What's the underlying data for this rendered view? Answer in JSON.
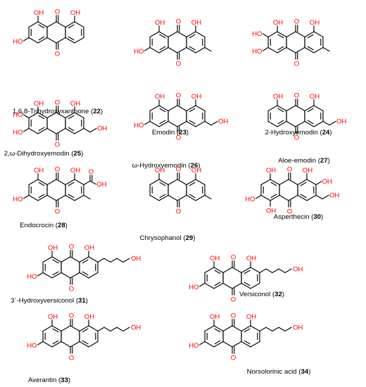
{
  "compounds": [
    {
      "name": "1,6,8-Trihydroxyxanthone",
      "num": "22",
      "sub": {
        "p1": "OH",
        "p8": "OH",
        "p6": "OH"
      }
    },
    {
      "name": "Emodin",
      "num": "23",
      "sub": {
        "p1": "OH",
        "p8": "OH",
        "p6": "OH",
        "p3": "CH3"
      }
    },
    {
      "name": "2-Hydroxyemodin",
      "num": "24",
      "sub": {
        "p1": "OH",
        "p8": "OH",
        "p6": "OH",
        "p7": "OH",
        "p3": "CH3"
      }
    },
    {
      "name": "2,ω-Dihydroxyemodin",
      "num": "25",
      "sub": {
        "p1": "OH",
        "p8": "OH",
        "p6": "OH",
        "p7": "OH",
        "p3": "CH2OH"
      }
    },
    {
      "name": "ω-Hydroxyemodin",
      "num": "26",
      "sub": {
        "p1": "OH",
        "p8": "OH",
        "p6": "OH",
        "p3": "CH2OH"
      }
    },
    {
      "name": "Aloe-emodin",
      "num": "27",
      "sub": {
        "p1": "OH",
        "p8": "OH",
        "p3": "CH2OH"
      }
    },
    {
      "name": "Endocrocin",
      "num": "28",
      "sub": {
        "p1": "OH",
        "p8": "OH",
        "p6": "OH",
        "p2": "COOH",
        "p3": "CH3"
      }
    },
    {
      "name": "Chrysophanol",
      "num": "29",
      "sub": {
        "p1": "OH",
        "p8": "OH",
        "p3": "CH3"
      }
    },
    {
      "name": "Asperthecin",
      "num": "30",
      "sub": {
        "p1": "OH",
        "p8": "OH",
        "p6": "OH",
        "p5": "OH",
        "p2": "OH",
        "p3": "CH2OH"
      }
    },
    {
      "name": "3`-Hydroxyversiconol",
      "num": "31",
      "sub": {
        "p1": "OH",
        "p8": "OH",
        "p6": "OH",
        "p2": "side-chain"
      }
    },
    {
      "name": "Versiconol",
      "num": "32",
      "sub": {
        "p1": "OH",
        "p8": "OH",
        "p6": "OH",
        "p2": "side-chain"
      }
    },
    {
      "name": "Averantin",
      "num": "33",
      "sub": {
        "p1": "OH",
        "p8": "OH",
        "p6": "OH",
        "p2": "side-chain"
      }
    },
    {
      "name": "Norsolorinic acid",
      "num": "34",
      "sub": {
        "p1": "OH",
        "p8": "OH",
        "p6": "OH",
        "p2": "side-chain"
      }
    }
  ],
  "atom_labels": {
    "O": "O",
    "OH": "OH",
    "HO": "HO"
  }
}
